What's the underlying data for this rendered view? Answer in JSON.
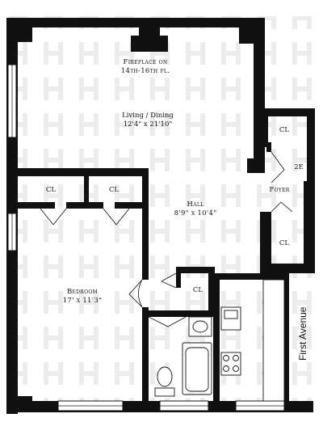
{
  "rooms": {
    "living": {
      "name": "Living / Dining",
      "size": "12'4\" x 21'10\""
    },
    "fireplace": {
      "line1": "Fireplace on",
      "line2": "14th-16th fl."
    },
    "bedroom": {
      "name": "Bedroom",
      "size": "17' x 11'3\""
    },
    "hall": {
      "name": "Hall",
      "size": "8'9\" x 10'4\""
    },
    "foyer": {
      "name": "Foyer"
    },
    "unit": {
      "label": "2E"
    },
    "closets": [
      "CL",
      "CL",
      "CL",
      "CL",
      "CL"
    ]
  },
  "street": {
    "name": "First Avenue"
  },
  "colors": {
    "wall": "#111111",
    "watermark": "#e9e9e9",
    "background": "#ffffff"
  }
}
